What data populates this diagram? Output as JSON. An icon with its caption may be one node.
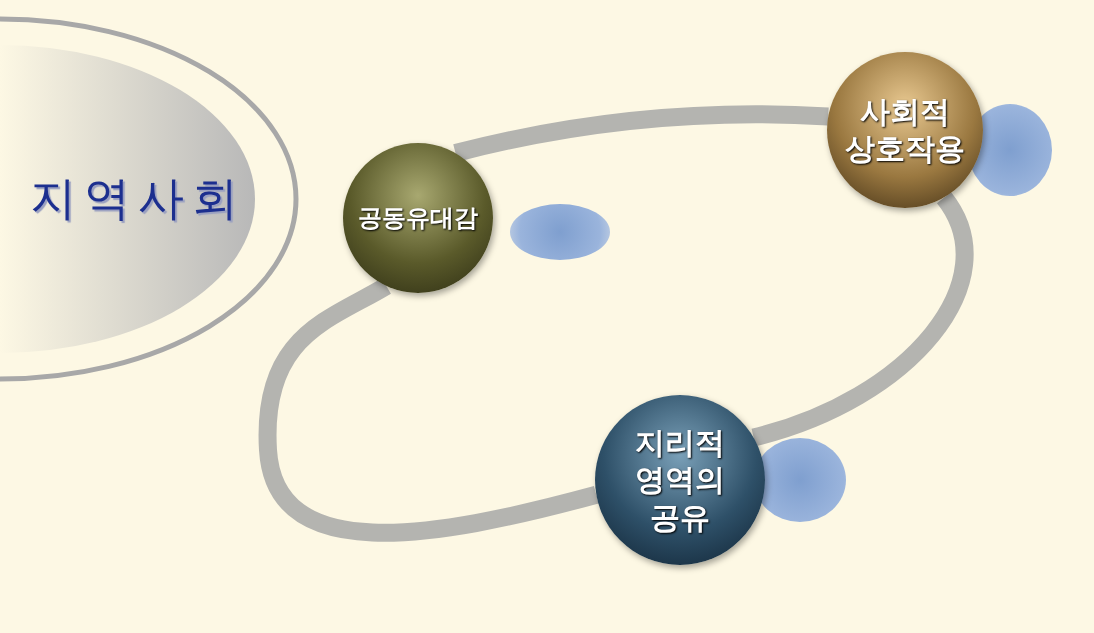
{
  "diagram": {
    "nodes": [
      {
        "text": [
          "지역사회"
        ]
      },
      {
        "text": [
          "공동유대감"
        ]
      },
      {
        "text": [
          "사회적 상호작용"
        ]
      },
      {
        "text": [
          "지리적 영역의 공유"
        ]
      }
    ],
    "edges": [
      {
        "from": 1,
        "to": 2,
        "arrow": "none"
      },
      {
        "from": 2,
        "to": 3,
        "arrow": "none"
      },
      {
        "from": 3,
        "to": 1,
        "arrow": "none"
      }
    ]
  }
}
